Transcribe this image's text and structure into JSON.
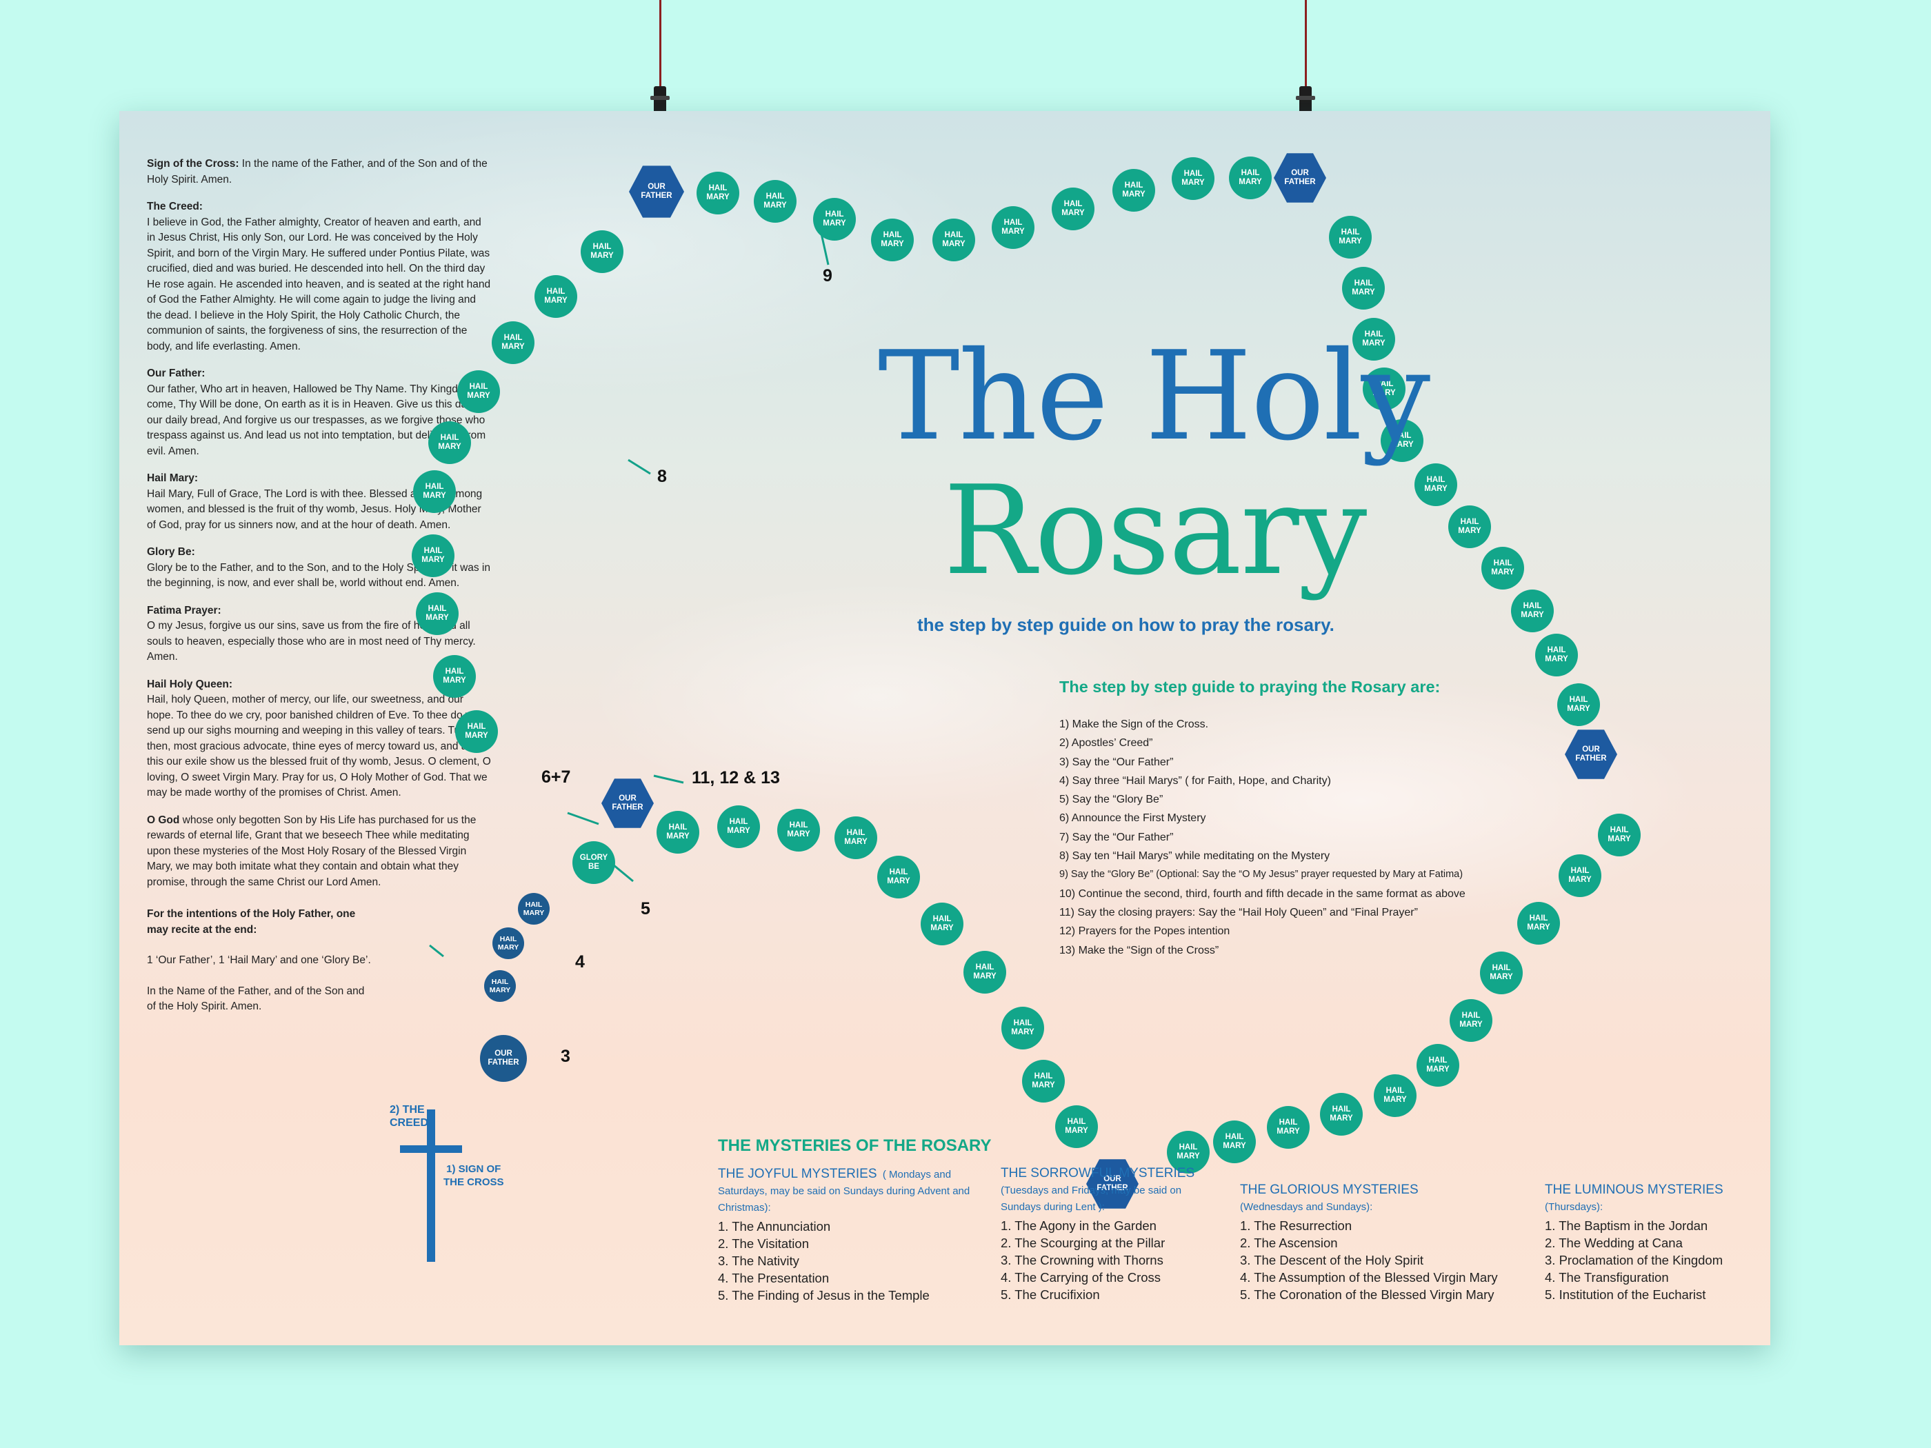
{
  "prayers": {
    "sign_of_cross": {
      "title": "Sign of the Cross:",
      "text": "In the name of the Father, and of the Son and of the Holy Spirit. Amen."
    },
    "creed": {
      "title": "The Creed:",
      "text": "I believe in God, the Father almighty, Creator of heaven and earth, and in Jesus Christ, His only Son, our Lord. He was conceived by the Holy Spirit, and born of the Virgin Mary. He suffered under Pontius Pilate, was crucified, died and was buried. He descended into hell. On the third day He rose again. He ascended into heaven, and is seated at the right hand of God the Father Almighty. He will come again to judge the living and the dead. I believe in the Holy Spirit, the Holy Catholic Church, the communion of saints, the forgiveness of sins, the resurrection of the body, and life everlasting. Amen."
    },
    "our_father": {
      "title": "Our Father:",
      "text": "Our father, Who art in heaven, Hallowed be Thy Name. Thy Kingdom come, Thy Will be done, On earth as it is in Heaven. Give us this day, our daily bread, And forgive us our trespasses, as we forgive those who trespass against us. And lead us not into temptation, but deliver us from evil. Amen."
    },
    "hail_mary": {
      "title": "Hail Mary:",
      "text": "Hail Mary, Full of Grace, The Lord is with thee. Blessed art thou among women, and blessed is the fruit of thy womb, Jesus. Holy Mary, Mother of God, pray for us sinners now, and at the hour of death. Amen."
    },
    "glory_be": {
      "title": "Glory Be:",
      "text": "Glory be to the Father, and to the Son, and to the Holy Spirit. As it was in the beginning, is now, and ever shall be, world without end. Amen."
    },
    "fatima": {
      "title": "Fatima Prayer:",
      "text": "O my Jesus, forgive us our sins, save us from the fire of hell, lead all souls to heaven, especially those who are in most need of Thy mercy. Amen."
    },
    "hail_holy_queen": {
      "title": "Hail Holy Queen:",
      "text": "Hail, holy Queen, mother of mercy, our life, our sweetness, and our hope. To thee do we cry, poor banished children of Eve. To thee do we send up our sighs mourning and weeping in this valley of tears. Turn then, most gracious advocate, thine eyes of mercy toward us, and after this our exile show us the blessed fruit of thy womb, Jesus. O clement, O loving, O sweet Virgin Mary. Pray for us, O Holy Mother of God. That we may be made worthy of the promises of Christ. Amen."
    },
    "o_god": {
      "title": "O God",
      "text": "whose only begotten Son by His Life has purchased for us the rewards of eternal life, Grant that we beseech Thee while meditating upon these mysteries of the Most Holy Rosary of the Blessed Virgin Mary, we may both imitate what they contain and obtain what they promise, through the same Christ our Lord Amen."
    },
    "intentions_title": "For the intentions of the Holy Father, one may recite at the end:",
    "intentions_text": "1 ‘Our Father’, 1 ‘Hail Mary’ and one ‘Glory Be’.",
    "closing": "In the Name of the Father, and of the Son and of the Holy Spirit. Amen."
  },
  "title": {
    "line1": "The Holy",
    "line2": "Rosary"
  },
  "subtitle": "the step by step guide on how to pray the rosary.",
  "steps_title": "The step by step guide to praying the Rosary are:",
  "steps": [
    "1)  Make the Sign of the Cross.",
    "2)  Apostles’ Creed”",
    "3)  Say the “Our Father”",
    "4)  Say three “Hail Marys” ( for Faith, Hope, and Charity)",
    "5)  Say the “Glory Be”",
    "6)  Announce the First Mystery",
    "7)  Say the “Our Father”",
    "8)  Say ten “Hail Marys” while meditating on the Mystery",
    "9)  Say the “Glory Be”  (Optional: Say the “O My Jesus” prayer requested by Mary at Fatima)",
    "10)  Continue the second, third, fourth and fifth decade in the same format as above",
    "11)  Say the closing prayers: Say the “Hail Holy Queen” and “Final Prayer”",
    "12)  Prayers for the Popes intention",
    "13)  Make the “Sign of the Cross”"
  ],
  "beads": {
    "hail_mary": "HAIL\nMARY",
    "our_father": "OUR\nFATHER",
    "glory_be": "GLORY\nBE"
  },
  "markers": {
    "m3": "3",
    "m4": "4",
    "m5": "5",
    "m67": "6+7",
    "m8": "8",
    "m9": "9",
    "m111213": "11, 12 & 13"
  },
  "cross_labels": {
    "creed": "2) THE\nCREED",
    "sign": "1) SIGN OF\nTHE CROSS"
  },
  "mysteries_title": "THE MYSTERIES OF THE ROSARY",
  "mysteries": [
    {
      "name": "THE JOYFUL MYSTERIES",
      "note": "( Mondays and Saturdays, may be said on Sundays during Advent and Christmas):",
      "items": [
        "1. The Annunciation",
        "2. The Visitation",
        "3. The Nativity",
        "4. The Presentation",
        "5. The Finding of Jesus in the Temple"
      ]
    },
    {
      "name": "THE SORROWFUL MYSTERIES",
      "note": "(Tuesdays and Fridays, may be said on Sundays during Lent ):",
      "items": [
        "1. The Agony in the Garden",
        "2. The Scourging at the Pillar",
        "3. The Crowning with Thorns",
        "4. The Carrying of the Cross",
        "5. The Crucifixion"
      ]
    },
    {
      "name": "THE GLORIOUS MYSTERIES",
      "note": "(Wednesdays and Sundays):",
      "items": [
        "1. The Resurrection",
        "2. The Ascension",
        "3. The Descent of the Holy Spirit",
        "4. The Assumption of the Blessed Virgin Mary",
        "5. The Coronation of the Blessed Virgin Mary"
      ]
    },
    {
      "name": "THE LUMINOUS MYSTERIES",
      "note": "(Thursdays):",
      "items": [
        "1. The Baptism in the Jordan",
        "2. The Wedding at Cana",
        "3. Proclamation of the Kingdom",
        "4. The Transfiguration",
        "5. Institution of the Eucharist"
      ]
    }
  ],
  "colors": {
    "teal": "#12a68a",
    "blue": "#1f6fb4",
    "navy_bead": "#1d5a8e",
    "background": "#c4fbf0"
  }
}
